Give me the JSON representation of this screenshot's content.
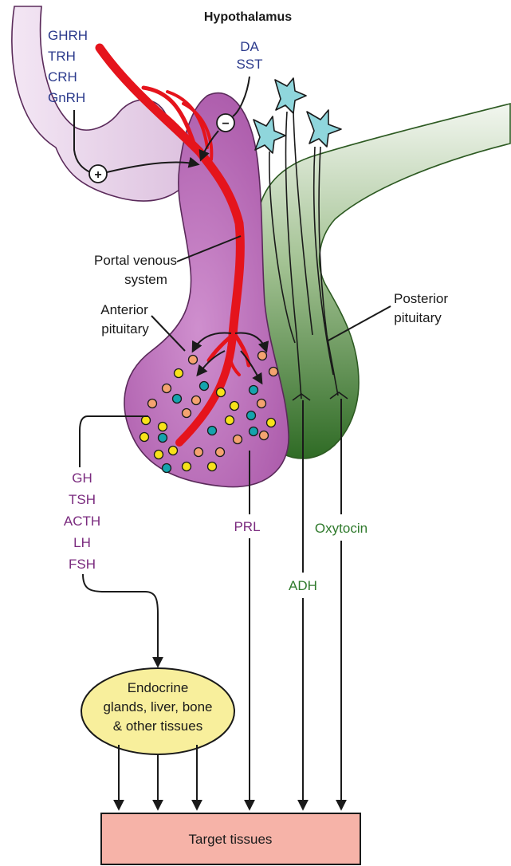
{
  "title": "Hypothalamus",
  "releasing_hormones": [
    "GHRH",
    "TRH",
    "CRH",
    "GnRH"
  ],
  "inhibiting_hormones": [
    "DA",
    "SST"
  ],
  "stimulate_sign": "+",
  "inhibit_sign": "−",
  "labels": {
    "portal_line1": "Portal venous",
    "portal_line2": "system",
    "anterior_line1": "Anterior",
    "anterior_line2": "pituitary",
    "posterior_line1": "Posterior",
    "posterior_line2": "pituitary"
  },
  "anterior_hormones": [
    "GH",
    "TSH",
    "ACTH",
    "LH",
    "FSH"
  ],
  "prl": "PRL",
  "oxytocin": "Oxytocin",
  "adh": "ADH",
  "endocrine_lines": [
    "Endocrine",
    "glands, liver, bone",
    "& other tissues"
  ],
  "target": "Target tissues",
  "colors": {
    "hypothalamus_fill": "#e9d6ea",
    "anterior_fill": "#c078bf",
    "posterior_fill": "#6b9a58",
    "portal_vessels": "#e5141c",
    "neurons": "#8fd6dc",
    "cell_orange": "#f4a370",
    "cell_yellow": "#f7e21a",
    "cell_teal": "#14a3ad",
    "endocrine_fill": "#f8ef9c",
    "target_fill": "#f6b3a8",
    "releasing_text": "#2b3a8c",
    "anterior_hormone_text": "#7a2a7e",
    "posterior_hormone_text": "#2f7a2c"
  }
}
